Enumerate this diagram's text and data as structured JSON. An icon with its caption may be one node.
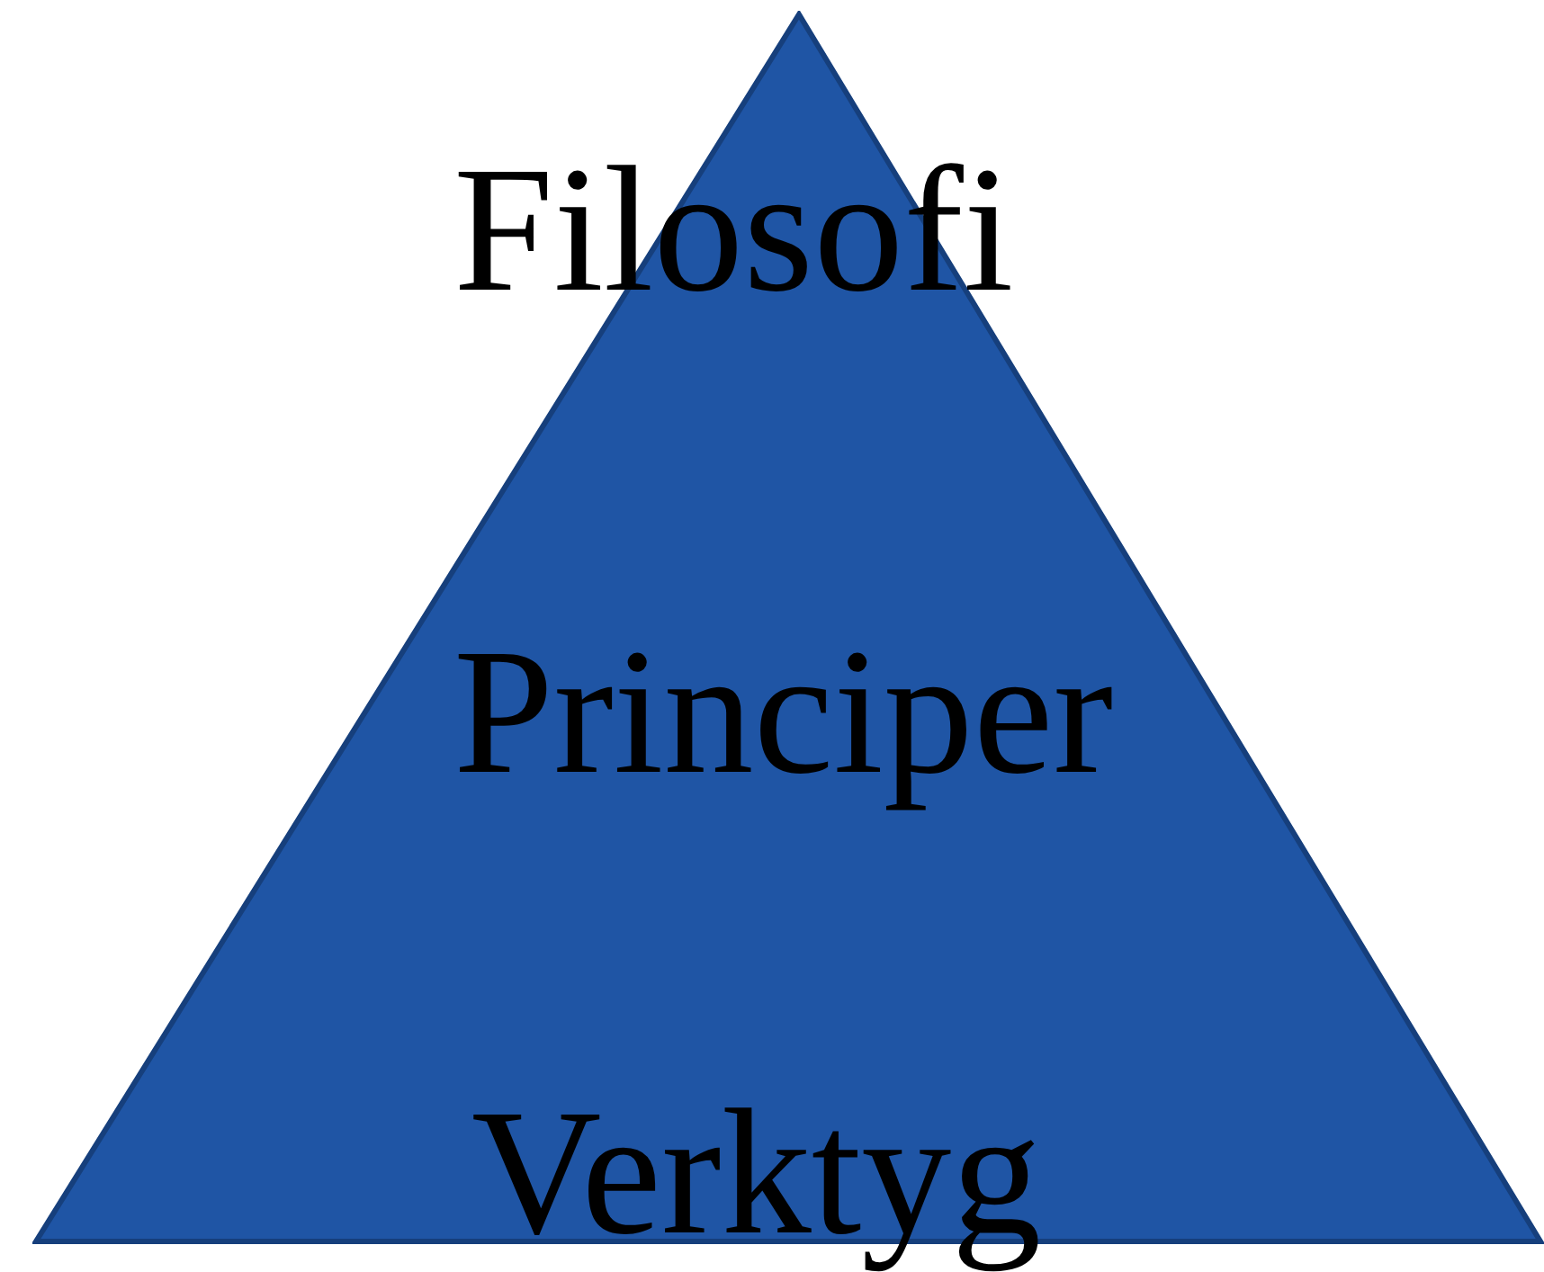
{
  "diagram": {
    "nodes": [
      {
        "text": [
          "Filosofi",
          "Principer",
          "Verktyg"
        ]
      }
    ]
  }
}
